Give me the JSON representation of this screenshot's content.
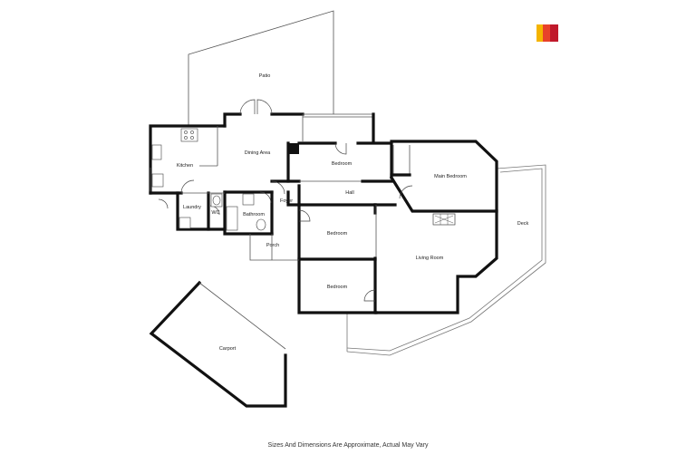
{
  "rooms": {
    "patio": "Patio",
    "kitchen": "Kitchen",
    "dining_area": "Dining Area",
    "bedroom_top": "Bedroom",
    "main_bedroom": "Main Bedroom",
    "hall": "Hall",
    "laundry": "Laundry",
    "wc": "WC",
    "bathroom": "Bathroom",
    "foyer": "Foyer",
    "porch": "Porch",
    "bedroom_middle": "Bedroom",
    "bedroom_bottom": "Bedroom",
    "living_room": "Living Room",
    "deck": "Deck",
    "carport": "Carport"
  },
  "footer": {
    "disclaimer": "Sizes And Dimensions Are Approximate, Actual May Vary"
  },
  "logo": {
    "colors": [
      "#f4b400",
      "#e8412a",
      "#c0192b"
    ]
  }
}
